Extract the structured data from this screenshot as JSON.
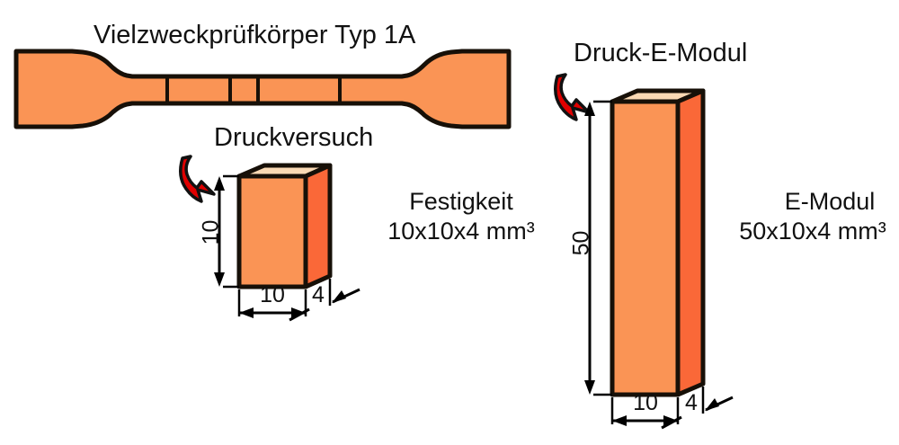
{
  "figure": {
    "type": "technical-diagram",
    "language": "de",
    "background_color": "#ffffff",
    "outline_color": "#171008",
    "colors": {
      "specimen_front": "#fa9455",
      "specimen_side": "#fa6838",
      "specimen_top": "#fad9b4",
      "arrow_red": "#e00000",
      "arrow_red_dark": "#b00000",
      "line_black": "#000000"
    }
  },
  "tensile_specimen": {
    "title": "Vielzweckprüfkörper Typ 1A",
    "shape": "dogbone",
    "segment_count": 5
  },
  "compression_test": {
    "title": "Druckversuch",
    "caption_line1": "Festigkeit",
    "caption_line2": "10x10x4 mm³",
    "dimensions": {
      "height": "10",
      "width": "10",
      "depth": "4"
    },
    "load_arrow": "curved-down-arrow-icon"
  },
  "compression_modulus": {
    "title": "Druck-E-Modul",
    "caption_line1": "E-Modul",
    "caption_line2": "50x10x4 mm³",
    "dimensions": {
      "height": "50",
      "width": "10",
      "depth": "4"
    },
    "load_arrow": "curved-down-arrow-icon"
  }
}
